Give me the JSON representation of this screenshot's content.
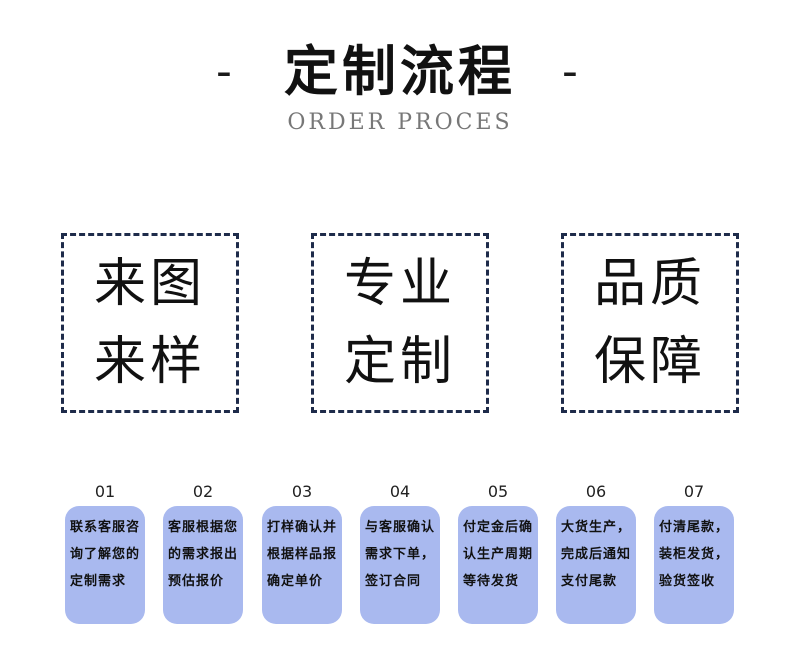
{
  "header": {
    "dash_left": "-",
    "title": "定制流程",
    "dash_right": "-",
    "subtitle": "ORDER PROCES"
  },
  "features": [
    {
      "line1": "来图",
      "line2": "来样"
    },
    {
      "line1": "专业",
      "line2": "定制"
    },
    {
      "line1": "品质",
      "line2": "保障"
    }
  ],
  "steps": [
    {
      "num": "01",
      "text": "联系客服咨询了解您的定制需求"
    },
    {
      "num": "02",
      "text": "客服根据您的需求报出预估报价"
    },
    {
      "num": "03",
      "text": "打样确认并根据样品报确定单价"
    },
    {
      "num": "04",
      "text": "与客服确认需求下单，签订合同"
    },
    {
      "num": "05",
      "text": "付定金后确认生产周期等待发货"
    },
    {
      "num": "06",
      "text": "大货生产，完成后通知支付尾款"
    },
    {
      "num": "07",
      "text": "付清尾款，装柜发货，验货签收"
    }
  ],
  "colors": {
    "card_bg": "#a9b9ef",
    "box_border": "#1e2b4a"
  }
}
